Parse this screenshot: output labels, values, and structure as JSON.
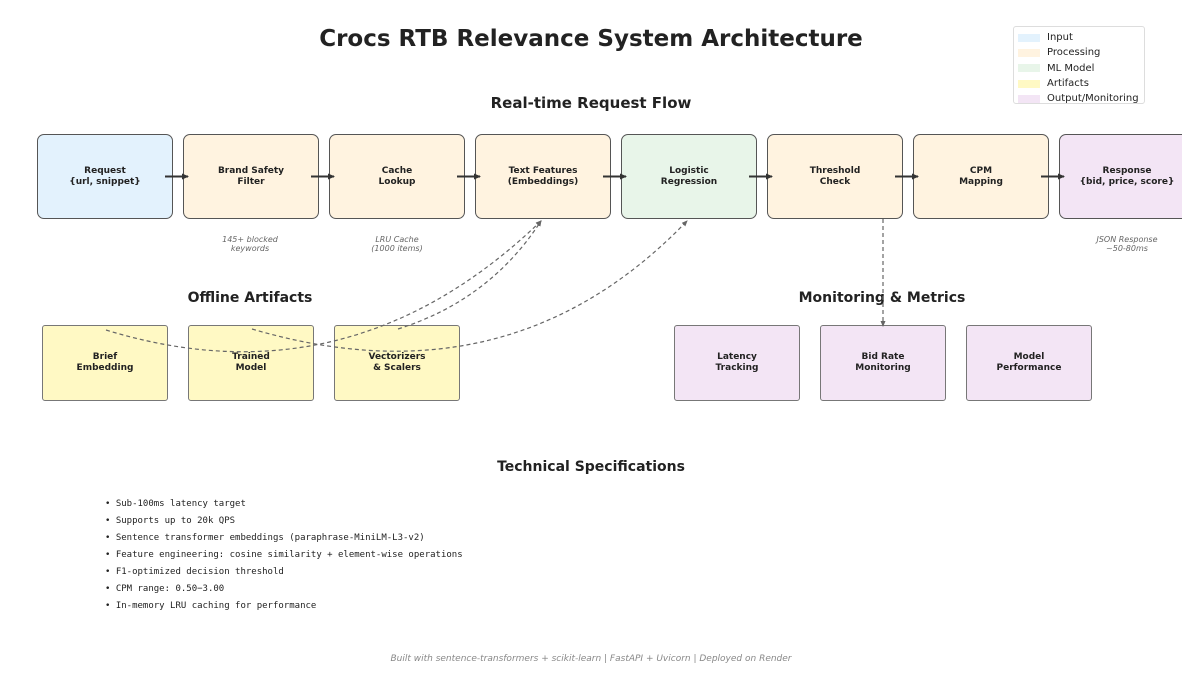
{
  "title": "Crocs RTB Relevance System Architecture",
  "legend": [
    {
      "label": "Input",
      "color": "#e3f2fd"
    },
    {
      "label": "Processing",
      "color": "#fff3e0"
    },
    {
      "label": "ML Model",
      "color": "#e8f5e9"
    },
    {
      "label": "Artifacts",
      "color": "#fff9c4"
    },
    {
      "label": "Output/Monitoring",
      "color": "#f3e5f5"
    }
  ],
  "flow": {
    "heading": "Real-time Request Flow",
    "nodes": [
      {
        "label": "Request\n{url, snippet}",
        "color": "#e3f2fd"
      },
      {
        "label": "Brand Safety\nFilter",
        "color": "#fff3e0"
      },
      {
        "label": "Cache\nLookup",
        "color": "#fff3e0"
      },
      {
        "label": "Text Features\n(Embeddings)",
        "color": "#fff3e0"
      },
      {
        "label": "Logistic\nRegression",
        "color": "#e8f5e9"
      },
      {
        "label": "Threshold\nCheck",
        "color": "#fff3e0"
      },
      {
        "label": "CPM\nMapping",
        "color": "#fff3e0"
      },
      {
        "label": "Response\n{bid, price, score}",
        "color": "#f3e5f5"
      }
    ],
    "notes": {
      "brand_safety": "145+ blocked\nkeywords",
      "cache": "LRU Cache\n(1000 items)",
      "response": "JSON Response\n~50-80ms"
    }
  },
  "offline": {
    "heading": "Offline Artifacts",
    "items": [
      {
        "label": "Brief\nEmbedding",
        "color": "#fff9c4"
      },
      {
        "label": "Trained\nModel",
        "color": "#fff9c4"
      },
      {
        "label": "Vectorizers\n& Scalers",
        "color": "#fff9c4"
      }
    ]
  },
  "monitoring": {
    "heading": "Monitoring & Metrics",
    "items": [
      {
        "label": "Latency\nTracking",
        "color": "#f3e5f5"
      },
      {
        "label": "Bid Rate\nMonitoring",
        "color": "#f3e5f5"
      },
      {
        "label": "Model\nPerformance",
        "color": "#f3e5f5"
      }
    ]
  },
  "specs": {
    "heading": "Technical Specifications",
    "lines": [
      "• Sub-100ms latency target",
      "• Supports up to 20k QPS",
      "• Sentence transformer embeddings (paraphrase-MiniLM-L3-v2)",
      "• Feature engineering: cosine similarity + element-wise operations",
      "• F1-optimized decision threshold",
      "• CPM range: 0.50−3.00",
      "• In-memory LRU caching for performance"
    ]
  },
  "footer": "Built with sentence-transformers + scikit-learn | FastAPI + Uvicorn | Deployed on Render"
}
